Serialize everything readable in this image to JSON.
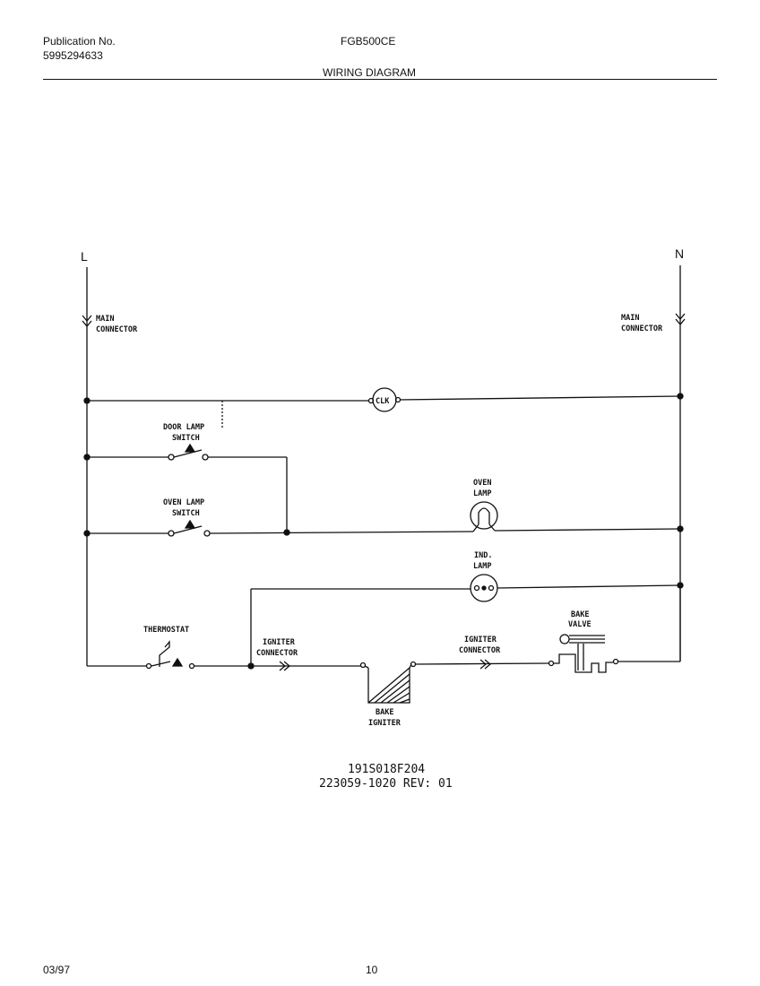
{
  "header": {
    "publication_label": "Publication No.",
    "publication_number": "5995294633",
    "model": "FGB500CE",
    "title": "WIRING DIAGRAM"
  },
  "diagram": {
    "line_label": "L",
    "neutral_label": "N",
    "main_connector_left": [
      "MAIN",
      "CONNECTOR"
    ],
    "main_connector_right": [
      "MAIN",
      "CONNECTOR"
    ],
    "clock_label": "CLK",
    "door_lamp_switch": [
      "DOOR LAMP",
      "SWITCH"
    ],
    "oven_lamp_switch": [
      "OVEN LAMP",
      "SWITCH"
    ],
    "oven_lamp": [
      "OVEN",
      "LAMP"
    ],
    "ind_lamp": [
      "IND.",
      "LAMP"
    ],
    "thermostat": "THERMOSTAT",
    "igniter_connector_left": [
      "IGNITER",
      "CONNECTOR"
    ],
    "igniter_connector_right": [
      "IGNITER",
      "CONNECTOR"
    ],
    "bake_valve": [
      "BAKE",
      "VALVE"
    ],
    "bake_igniter": [
      "BAKE",
      "IGNITER"
    ]
  },
  "codes": {
    "line1": "191S018F204",
    "line2": "223059-1020 REV: 01"
  },
  "footer": {
    "date": "03/97",
    "page": "10"
  }
}
